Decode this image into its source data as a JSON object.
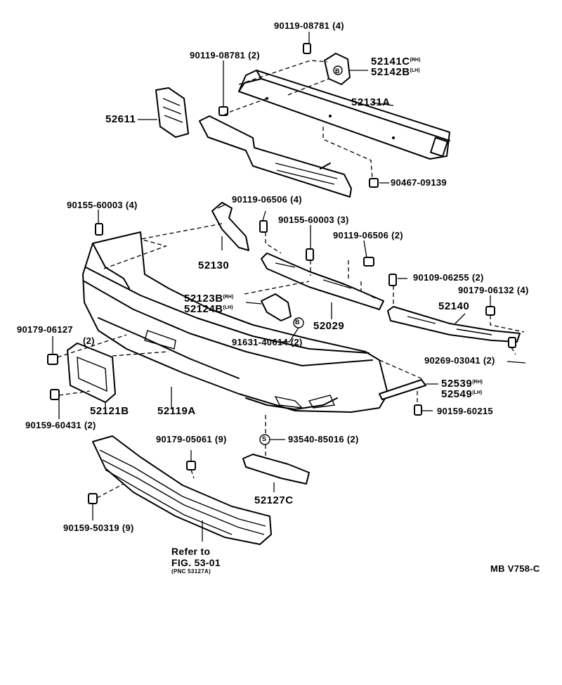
{
  "diagram_code": "MB V758-C",
  "refer": {
    "line1": "Refer to",
    "line2": "FIG. 53-01",
    "line3": "(PNC 53127A)"
  },
  "symbols": {
    "b": "B",
    "s": "S"
  },
  "labels": {
    "p90119_08781_4": "90119-08781  (4)",
    "p90119_08781_2": "90119-08781  (2)",
    "p52141c": "52141C",
    "p52142b": "52142B",
    "rh": "(RH)",
    "lh": "(LH)",
    "p52131a": "52131A",
    "p52611": "52611",
    "p90467_09139": "90467-09139",
    "p90155_60003_4": "90155-60003  (4)",
    "p90119_06506_4": "90119-06506  (4)",
    "p90155_60003_3": "90155-60003  (3)",
    "p90119_06506_2": "90119-06506  (2)",
    "p52130": "52130",
    "p90109_06255_2": "90109-06255  (2)",
    "p90179_06132_4": "90179-06132  (4)",
    "p52123b": "52123B",
    "p52124b": "52124B",
    "p52140": "52140",
    "p52029": "52029",
    "p90179_06127": "90179-06127",
    "qty2": "(2)",
    "p91631_40614": "91631-40614  (2)",
    "p90269_03041": "90269-03041  (2)",
    "p52539": "52539",
    "p52549": "52549",
    "p52121b": "52121B",
    "p52119a": "52119A",
    "p90159_60215": "90159-60215",
    "p90159_60431": "90159-60431  (2)",
    "p90179_05061": "90179-05061  (9)",
    "p93540_85016": "93540-85016  (2)",
    "p52127c": "52127C",
    "p90159_50319": "90159-50319  (9)"
  }
}
